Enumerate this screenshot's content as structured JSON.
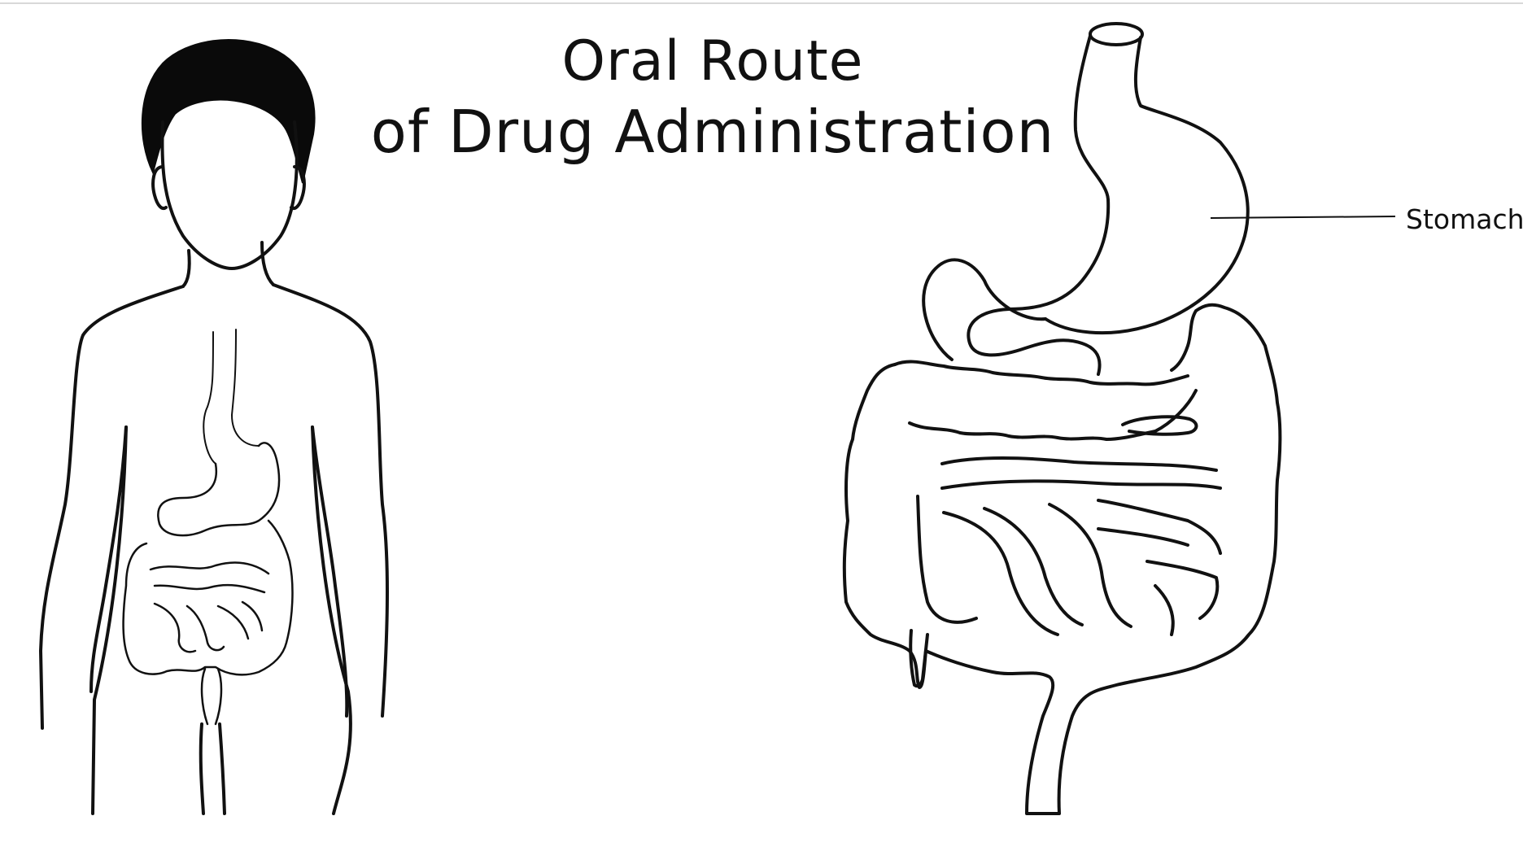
{
  "title": {
    "line1": "Oral Route",
    "line2": "of Drug Administration"
  },
  "labels": {
    "stomach": "Stomach"
  },
  "colors": {
    "ink": "#111111",
    "background": "#ffffff",
    "hair": "#0a0a0a"
  }
}
